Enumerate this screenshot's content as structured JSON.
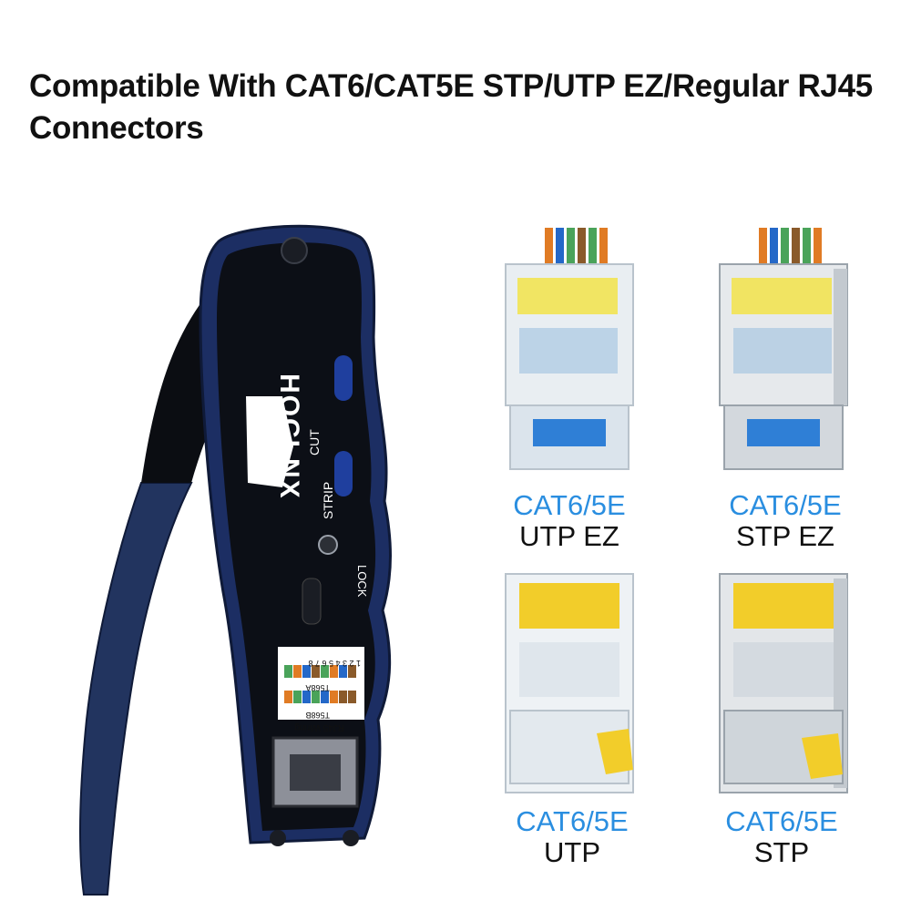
{
  "headline": {
    "line1": "Compatible With CAT6/CAT5E STP/UTP EZ/Regular RJ45",
    "line2": "Connectors"
  },
  "tool": {
    "brand": "HOCLNX",
    "labels": {
      "cut": "CUT",
      "strip": "STRIP",
      "lock": "LOCK"
    },
    "wiring": {
      "numbers": "1 2 3 4 5 6 7 8",
      "t568a": "T568A",
      "t568b": "T568B",
      "title": "RJ45 Wiring"
    },
    "colors": {
      "body": "#1c2e63",
      "handle": "#22345f",
      "plate": "#0c0f16"
    }
  },
  "connectors": [
    {
      "line1": "CAT6/5E",
      "line2": "UTP EZ"
    },
    {
      "line1": "CAT6/5E",
      "line2": "STP EZ"
    },
    {
      "line1": "CAT6/5E",
      "line2": "UTP"
    },
    {
      "line1": "CAT6/5E",
      "line2": "STP"
    }
  ],
  "caption_colors": {
    "category": "#2a8ee0",
    "type": "#111111"
  }
}
